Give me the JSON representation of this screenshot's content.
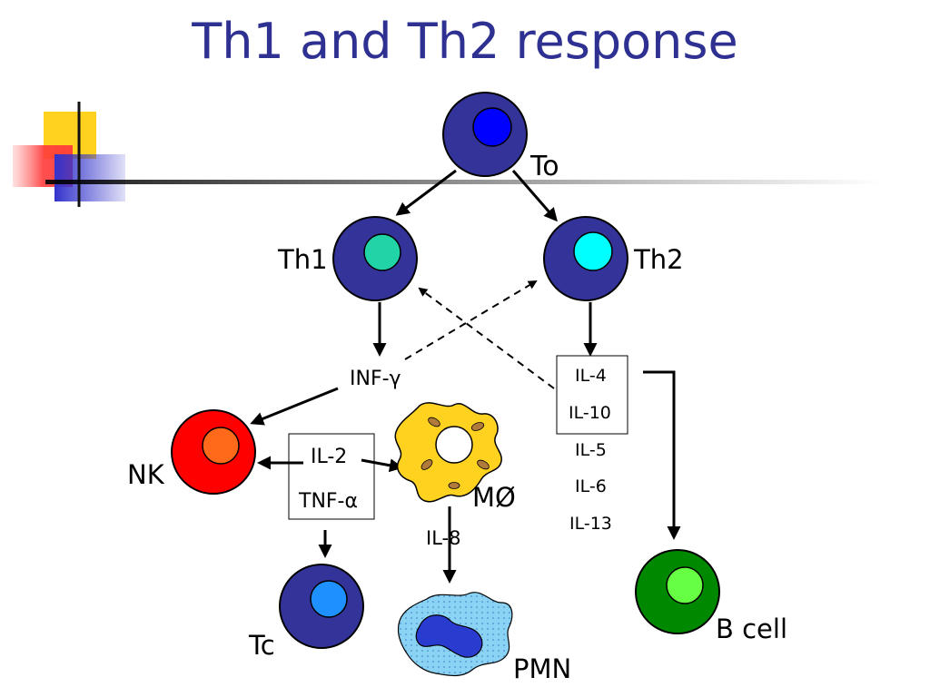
{
  "title": "Th1 and Th2 response",
  "cells": {
    "to": "To",
    "th1": "Th1",
    "th2": "Th2",
    "nk": "NK",
    "macrophage": "MØ",
    "tc": "Tc",
    "pmn": "PMN",
    "bcell": "B cell"
  },
  "cytokines": {
    "inf_gamma": "INF-γ",
    "il2": "IL-2",
    "tnf_alpha": "TNF-α",
    "il8": "IL-8",
    "il4": "IL-4",
    "il10": "IL-10",
    "il5": "IL-5",
    "il6": "IL-6",
    "il13": "IL-13"
  },
  "colors": {
    "title": "#2e3191",
    "t_cell": "#333399",
    "to_nucleus": "#0000ff",
    "th1_nucleus": "#20d4a8",
    "th2_nucleus": "#00ffff",
    "nk": "#ff0000",
    "nk_nucleus": "#ff6a1a",
    "tc_nucleus": "#1f90ff",
    "macrophage": "#ffd21f",
    "bcell": "#008800",
    "bcell_nucleus": "#66ff44",
    "pmn": "#8ad3f5"
  }
}
